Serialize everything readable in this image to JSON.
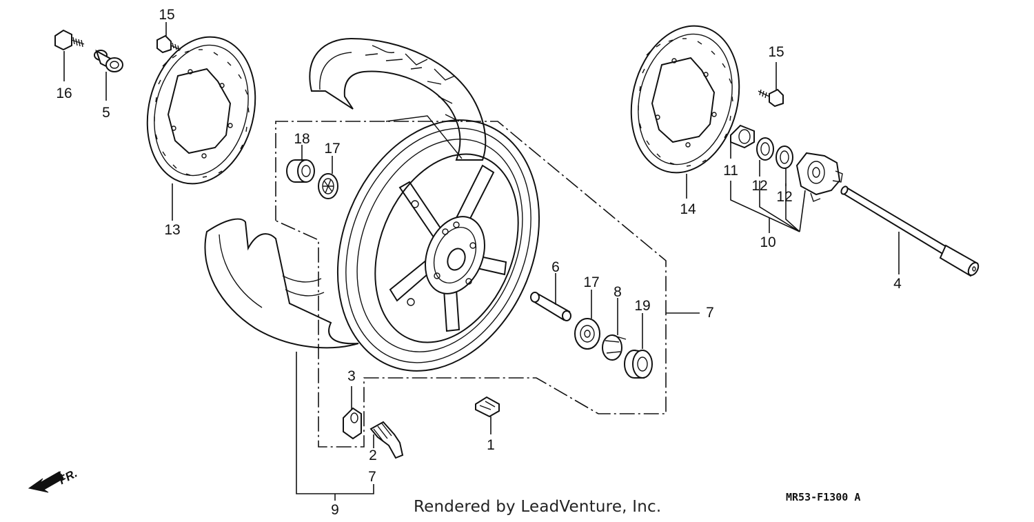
{
  "callouts": {
    "c1": "1",
    "c2": "2",
    "c3": "3",
    "c4": "4",
    "c5": "5",
    "c6": "6",
    "c7a": "7",
    "c7b": "7",
    "c8": "8",
    "c9": "9",
    "c10": "10",
    "c11": "11",
    "c12a": "12",
    "c12b": "12",
    "c13": "13",
    "c14": "14",
    "c15a": "15",
    "c15b": "15",
    "c16": "16",
    "c17a": "17",
    "c17b": "17",
    "c18": "18",
    "c19": "19"
  },
  "direction_label": "FR.",
  "credit": "Rendered by LeadVenture, Inc.",
  "diagram_code": "MR53-F1300 A"
}
